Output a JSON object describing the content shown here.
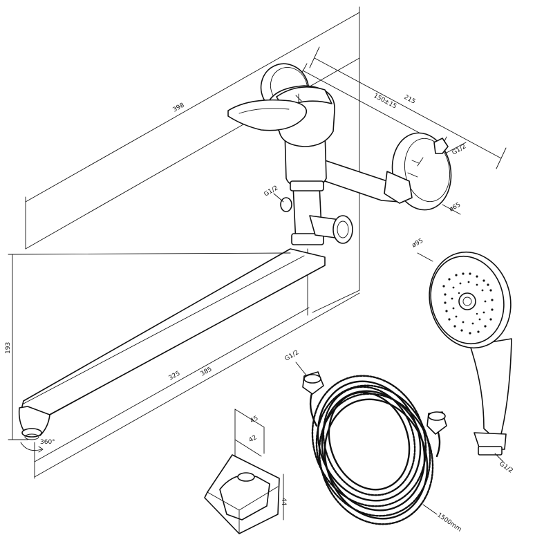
{
  "dimensions": {
    "d398": "398",
    "d215": "215",
    "d150": "150±15",
    "g12_wall": "G1/2",
    "g12_diverter": "G1/2",
    "d65": "ø65",
    "d95": "ø95",
    "d193": "193",
    "d325": "325",
    "d385": "385",
    "d360": "360°",
    "d45": "45",
    "d42": "42",
    "d44": "44",
    "g12_hose": "G1/2",
    "d1500": "1500mm",
    "g12_handle": "G1/2"
  },
  "colors": {
    "line": "#111111",
    "background": "#ffffff"
  }
}
